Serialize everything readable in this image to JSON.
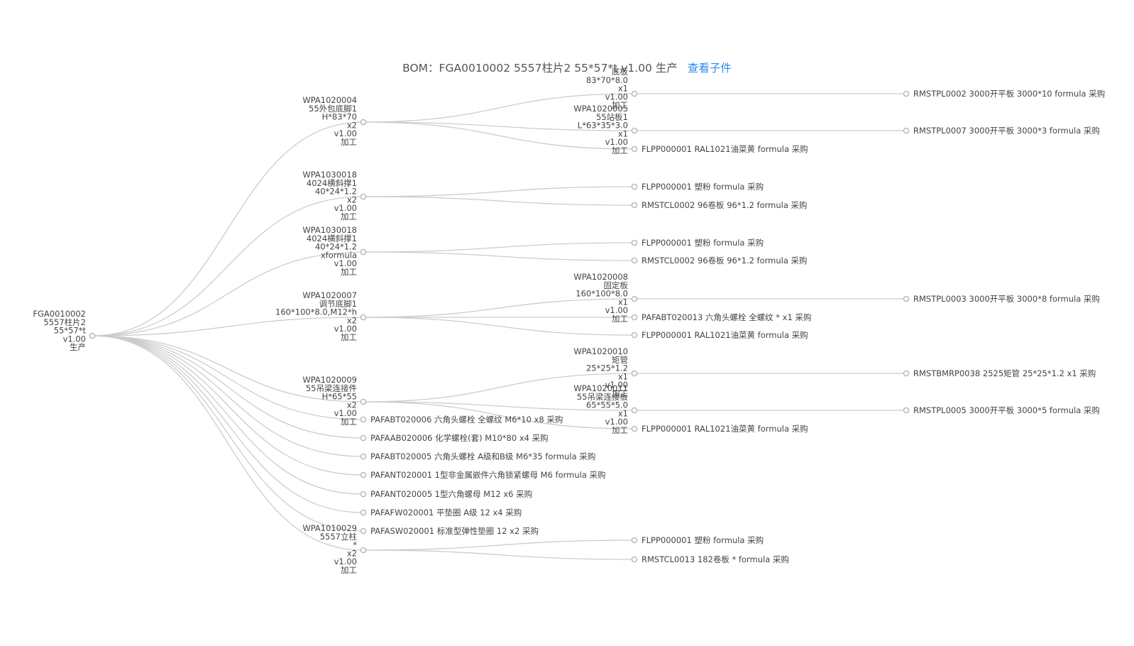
{
  "header": {
    "title": "BOM：FGA0010002 5557柱片2 55*57*t v1.00 生产",
    "link_label": "查看子件"
  },
  "tree": {
    "id": "root",
    "lines": [
      "FGA0010002",
      "5557柱片2",
      "55*57*t",
      "v1.00",
      "生产"
    ],
    "children": [
      {
        "id": "n1",
        "lines": [
          "WPA1020004",
          "55外包底脚1",
          "H*83*70",
          "x2",
          "v1.00",
          "加工"
        ],
        "children": [
          {
            "id": "n1a",
            "lines": [
              "底板",
              "83*70*8.0",
              "x1",
              "v1.00",
              "加工"
            ],
            "children": [
              {
                "id": "n1a1",
                "text": "RMSTPL0002 3000开平板 3000*10 formula 采购"
              }
            ]
          },
          {
            "id": "n1b",
            "lines": [
              "WPA1020005",
              "55站板1",
              "L*63*35*3.0",
              "x1",
              "v1.00",
              "加工"
            ],
            "children": [
              {
                "id": "n1b1",
                "text": "RMSTPL0007 3000开平板 3000*3 formula 采购"
              }
            ]
          },
          {
            "id": "n1c",
            "text": "FLPP000001 RAL1021油菜黄  formula 采购"
          }
        ]
      },
      {
        "id": "n2",
        "lines": [
          "WPA1030018",
          "4024横斜撑1",
          "40*24*1.2",
          "x2",
          "v1.00",
          "加工"
        ],
        "children": [
          {
            "id": "n2a",
            "text": "FLPP000001 塑粉  formula 采购"
          },
          {
            "id": "n2b",
            "text": "RMSTCL0002 96卷板 96*1.2 formula 采购"
          }
        ]
      },
      {
        "id": "n3",
        "lines": [
          "WPA1030018",
          "4024横斜撑1",
          "40*24*1.2",
          "xformula",
          "v1.00",
          "加工"
        ],
        "children": [
          {
            "id": "n3a",
            "text": "FLPP000001 塑粉  formula 采购"
          },
          {
            "id": "n3b",
            "text": "RMSTCL0002 96卷板 96*1.2 formula 采购"
          }
        ]
      },
      {
        "id": "n4",
        "lines": [
          "WPA1020007",
          "调节底脚1",
          "160*100*8.0,M12*h",
          "x2",
          "v1.00",
          "加工"
        ],
        "children": [
          {
            "id": "n4a",
            "lines": [
              "WPA1020008",
              "固定板",
              "160*100*8.0",
              "x1",
              "v1.00",
              "加工"
            ],
            "children": [
              {
                "id": "n4a1",
                "text": "RMSTPL0003 3000开平板 3000*8 formula 采购"
              }
            ]
          },
          {
            "id": "n4b",
            "text": "PAFABT020013 六角头螺栓 全螺纹 * x1 采购"
          },
          {
            "id": "n4c",
            "text": "FLPP000001 RAL1021油菜黄  formula 采购"
          }
        ]
      },
      {
        "id": "n5",
        "lines": [
          "WPA1020009",
          "55吊梁连接件",
          "H*65*55",
          "x2",
          "v1.00",
          "加工"
        ],
        "children": [
          {
            "id": "n5a",
            "lines": [
              "WPA1020010",
              "矩管",
              "25*25*1.2",
              "x1",
              "v1.00",
              "加工"
            ],
            "children": [
              {
                "id": "n5a1",
                "text": "RMSTBMRP0038 2525矩管 25*25*1.2 x1 采购"
              }
            ]
          },
          {
            "id": "n5b",
            "lines": [
              "WPA1020011",
              "55吊梁连接板",
              "65*55*5.0",
              "x1",
              "v1.00",
              "加工"
            ],
            "children": [
              {
                "id": "n5b1",
                "text": "RMSTPL0005 3000开平板 3000*5 formula 采购"
              }
            ]
          },
          {
            "id": "n5c",
            "text": "FLPP000001 RAL1021油菜黄  formula 采购"
          }
        ]
      },
      {
        "id": "n6",
        "text": "PAFABT020006 六角头螺栓 全螺纹 M6*10 x8 采购"
      },
      {
        "id": "n7",
        "text": "PAFAAB020006 化学螺栓(套) M10*80 x4 采购"
      },
      {
        "id": "n8",
        "text": "PAFABT020005 六角头螺栓 A级和B级 M6*35 formula 采购"
      },
      {
        "id": "n9",
        "text": "PAFANT020001 1型非金属嵌件六角锁紧螺母 M6 formula 采购"
      },
      {
        "id": "n10",
        "text": "PAFANT020005 1型六角螺母 M12 x6 采购"
      },
      {
        "id": "n11",
        "text": "PAFAFW020001 平垫圈 A级 12 x4 采购"
      },
      {
        "id": "n12",
        "text": "PAFASW020001 标准型弹性垫圈 12 x2 采购"
      },
      {
        "id": "n13",
        "lines": [
          "WPA1010029",
          "5557立柱",
          "*",
          "x2",
          "v1.00",
          "加工"
        ],
        "children": [
          {
            "id": "n13a",
            "text": "FLPP000001 塑粉  formula 采购"
          },
          {
            "id": "n13b",
            "text": "RMSTCL0013 182卷板 * formula 采购"
          }
        ]
      }
    ]
  }
}
